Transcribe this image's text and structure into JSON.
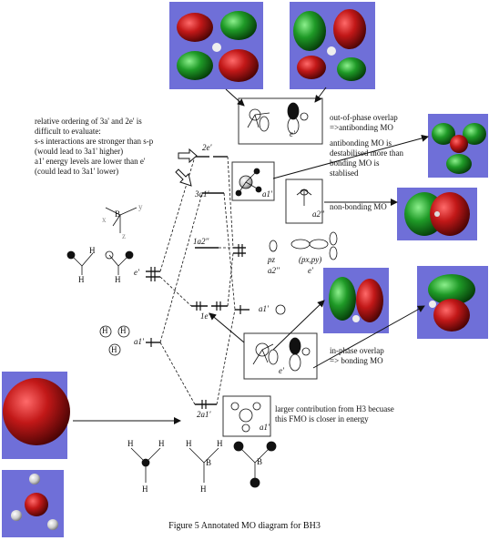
{
  "caption": "Figure 5 Annotated MO diagram for BH3",
  "ordering_note": {
    "line1": "relative ordering of 3a' and 2e' is",
    "line2": "difficult to evaluate:",
    "line3": "s-s interactions are stronger than s-p",
    "line4": "(would lead to 3a1' higher)",
    "line5": "a1' energy levels are lower than e'",
    "line6": "(could lead to 3a1' lower)"
  },
  "annotations": {
    "out_of_phase_1": "out-of-phase overlap",
    "out_of_phase_2": "=>antibonding MO",
    "antibonding_1": "antibonding MO is",
    "antibonding_2": "destabilised more than",
    "antibonding_3": "bonding MO is",
    "antibonding_4": "stablised",
    "non_bonding": "non-bonding MO",
    "in_phase_1": "in-phase overlap",
    "in_phase_2": "=> bonding MO",
    "larger_1": "larger contribution from H3 becuase",
    "larger_2": "this FMO is closer in energy"
  },
  "mo_labels": {
    "e2": "2e'",
    "a3": "3a1'",
    "a2pp": "1a2''",
    "e1": "1e'",
    "a2": "2a1'"
  },
  "fragment_labels": {
    "h3_e": "e'",
    "h3_a": "a1'",
    "b_pz": "pz",
    "b_a2pp": "a2''",
    "b_pxpy": "(px,py)",
    "b_e": "e'",
    "b_a1": "a1'",
    "box_e_top": "e'",
    "box_a1": "a1'",
    "box_a2": "a2''",
    "box_e_bottom": "e'",
    "box_a1_bottom": "a1'"
  },
  "atoms": {
    "h": "H",
    "b": "B"
  },
  "axes": {
    "x": "x",
    "y": "y",
    "z": "z"
  },
  "colors": {
    "lobe_red": "#b01515",
    "lobe_green": "#1f9a27",
    "panel_bg": "#6f6fd8",
    "line": "#222222"
  },
  "icons": [
    "mo-render-icon",
    "arrow-icon",
    "electron-pair-icon"
  ]
}
